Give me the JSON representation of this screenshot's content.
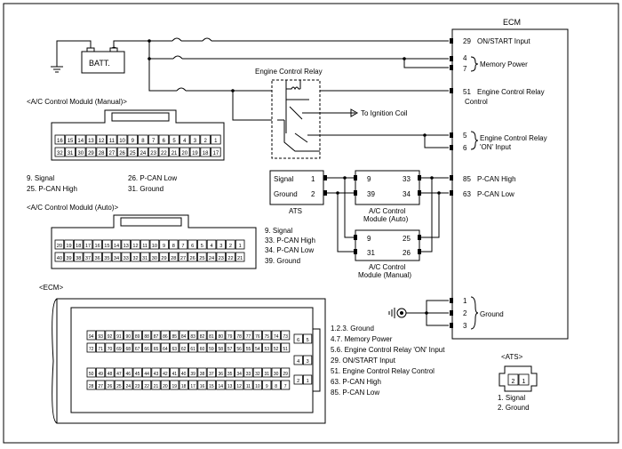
{
  "ecm": {
    "title": "ECM",
    "pins": {
      "p29": {
        "num": "29",
        "label": "ON/START Input"
      },
      "p4": {
        "num": "4"
      },
      "p7": {
        "num": "7"
      },
      "memory_power": "Memory Power",
      "p51": {
        "num": "51",
        "label_1": "Engine Control Relay",
        "label_2": "Control"
      },
      "p5": {
        "num": "5"
      },
      "p6": {
        "num": "6"
      },
      "ecr_on_1": "Engine Control Relay",
      "ecr_on_2": "'ON' Input",
      "p85": {
        "num": "85",
        "label": "P-CAN High"
      },
      "p63": {
        "num": "63",
        "label": "P-CAN Low"
      },
      "p1": {
        "num": "1"
      },
      "p2": {
        "num": "2"
      },
      "p3": {
        "num": "3"
      },
      "ground": "Ground"
    }
  },
  "battery": {
    "label": "BATT.",
    "minus": "-",
    "plus": "+"
  },
  "relay": {
    "label": "Engine Control Relay",
    "to_coil": "To Ignition Coil"
  },
  "ats": {
    "label": "ATS",
    "signal_pin": "1",
    "signal_label": "Signal",
    "ground_pin": "2",
    "ground_label": "Ground"
  },
  "ac_auto": {
    "pins": [
      "9",
      "33",
      "39",
      "34"
    ],
    "label_1": "A/C Control",
    "label_2": "Module (Auto)"
  },
  "ac_manual": {
    "pins": [
      "9",
      "25",
      "31",
      "26"
    ],
    "label_1": "A/C Control",
    "label_2": "Module (Manual)"
  },
  "manual_connector": {
    "title": "<A/C Control Moduld (Manual)>",
    "row1": [
      "16",
      "15",
      "14",
      "13",
      "12",
      "11",
      "10",
      "9",
      "8",
      "7",
      "6",
      "5",
      "4",
      "3",
      "2",
      "1"
    ],
    "row2": [
      "32",
      "31",
      "30",
      "29",
      "28",
      "27",
      "26",
      "25",
      "24",
      "23",
      "22",
      "21",
      "20",
      "19",
      "18",
      "17"
    ],
    "legend": [
      "9. Signal",
      "26. P-CAN Low",
      "25. P-CAN High",
      "31. Ground"
    ]
  },
  "auto_connector": {
    "title": "<A/C Control Moduld (Auto)>",
    "row1": [
      "20",
      "19",
      "18",
      "17",
      "16",
      "15",
      "14",
      "13",
      "12",
      "11",
      "10",
      "9",
      "8",
      "7",
      "6",
      "5",
      "4",
      "3",
      "2",
      "1"
    ],
    "row2": [
      "40",
      "39",
      "38",
      "37",
      "36",
      "35",
      "34",
      "33",
      "32",
      "31",
      "30",
      "29",
      "28",
      "27",
      "26",
      "25",
      "24",
      "23",
      "22",
      "21"
    ],
    "legend": [
      "9. Signal",
      "33. P-CAN High",
      "34. P-CAN Low",
      "39. Ground"
    ]
  },
  "ecm_connector": {
    "title": "<ECM>",
    "row1": [
      "94",
      "93",
      "92",
      "91",
      "90",
      "89",
      "88",
      "87",
      "86",
      "85",
      "84",
      "83",
      "82",
      "81",
      "80",
      "79",
      "78",
      "77",
      "76",
      "75",
      "74",
      "73"
    ],
    "row2": [
      "72",
      "71",
      "70",
      "69",
      "68",
      "67",
      "66",
      "65",
      "64",
      "63",
      "62",
      "61",
      "60",
      "59",
      "58",
      "57",
      "56",
      "55",
      "54",
      "53",
      "52",
      "51"
    ],
    "row3": [
      "50",
      "49",
      "48",
      "47",
      "46",
      "45",
      "44",
      "43",
      "42",
      "41",
      "40",
      "39",
      "38",
      "37",
      "36",
      "35",
      "34",
      "33",
      "32",
      "31",
      "30",
      "29"
    ],
    "row4": [
      "28",
      "27",
      "26",
      "25",
      "24",
      "23",
      "22",
      "21",
      "20",
      "19",
      "18",
      "17",
      "16",
      "15",
      "14",
      "13",
      "12",
      "11",
      "10",
      "9",
      "8",
      "7"
    ],
    "side_top": [
      "6",
      "5"
    ],
    "side_mid": [
      "4",
      "3"
    ],
    "side_bot": [
      "2",
      "1"
    ],
    "legend": [
      "1.2.3. Ground",
      "4.7. Memory Power",
      "5.6. Engine Control Relay 'ON' Input",
      "29. ON/START Input",
      "51. Engine Control Relay Control",
      "63. P-CAN High",
      "85. P-CAN Low"
    ]
  },
  "ats_connector": {
    "title": "<ATS>",
    "pins": [
      "2",
      "1"
    ],
    "legend": [
      "1. Signal",
      "2. Ground"
    ]
  }
}
